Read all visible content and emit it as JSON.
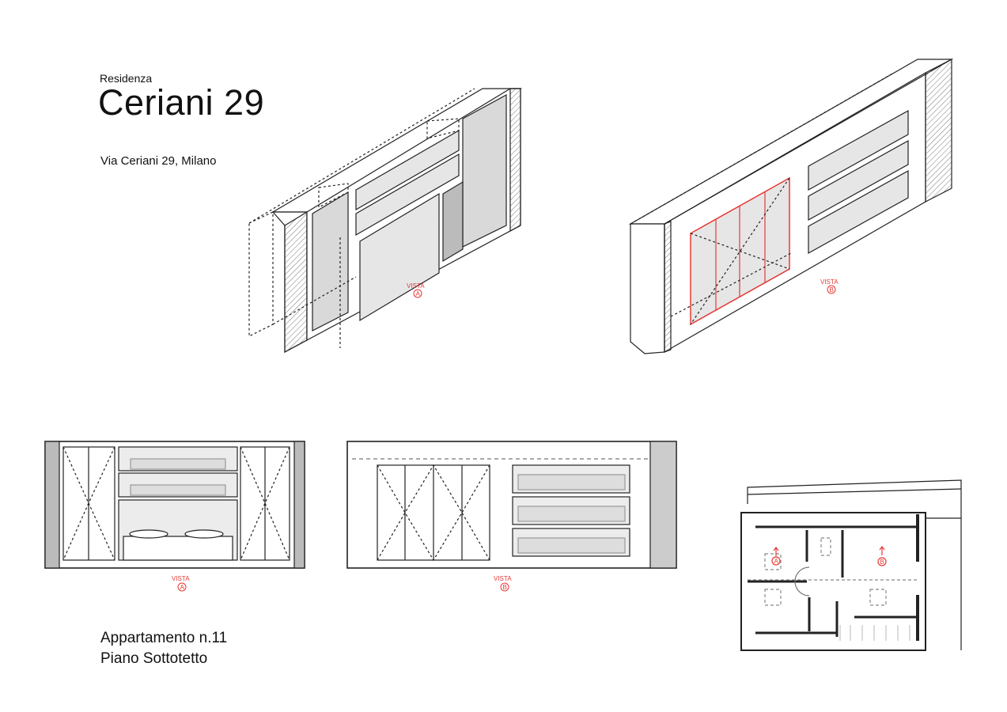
{
  "header": {
    "pretitle": "Residenza",
    "title": "Ceriani 29",
    "address": "Via Ceriani 29, Milano"
  },
  "footer": {
    "apartment": "Appartamento n.11",
    "floor": "Piano Sottotetto"
  },
  "views": {
    "vista_label": "VISTA",
    "a": "A",
    "b": "B"
  },
  "colors": {
    "accent": "#e53935",
    "line": "#222222",
    "fill": "#e6e6e6"
  }
}
